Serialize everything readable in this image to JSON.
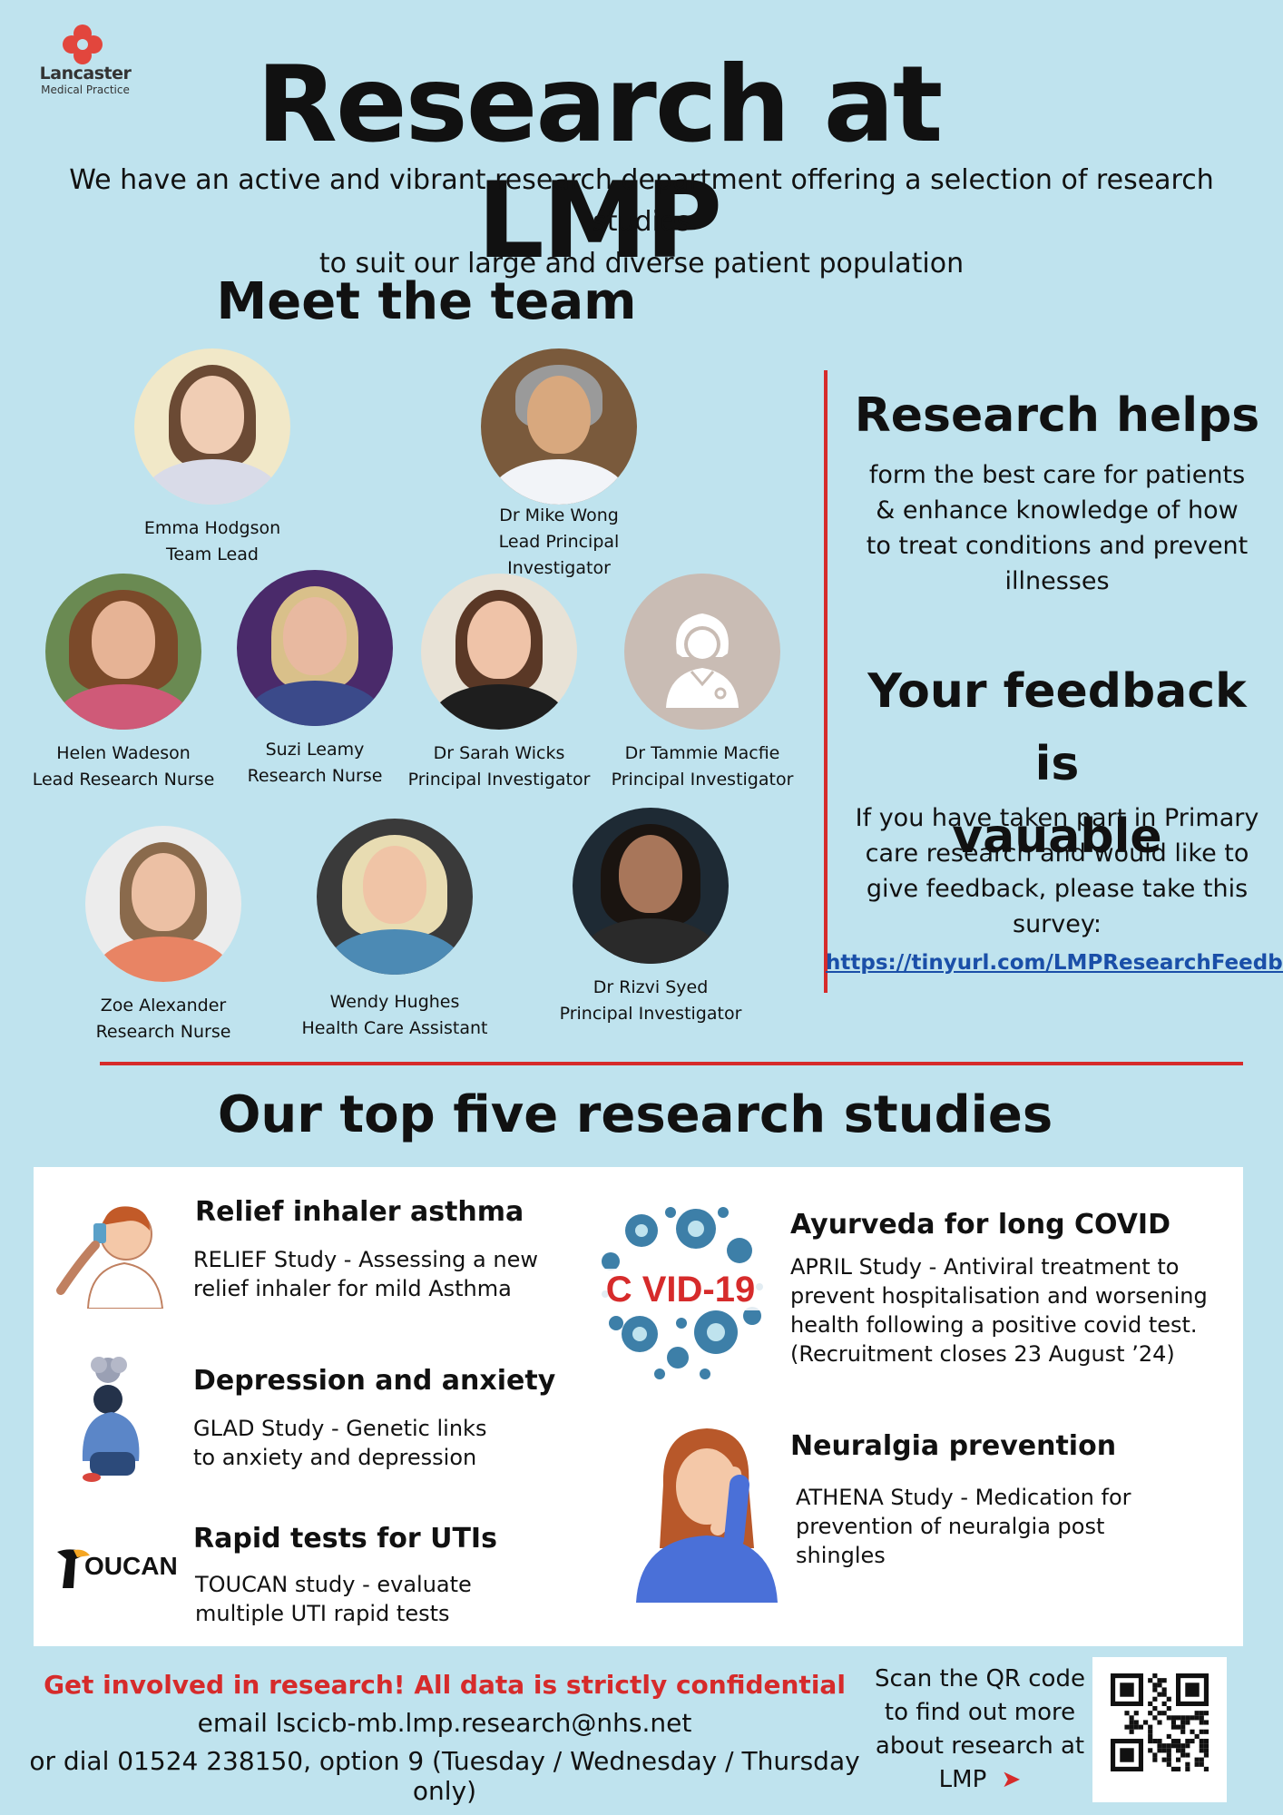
{
  "logo": {
    "name": "Lancaster",
    "subtitle": "Medical Practice"
  },
  "header": {
    "title": "Research at LMP",
    "intro_line1": "We have an active and vibrant research department offering a selection of research studies",
    "intro_line2": "to suit our large and diverse patient population"
  },
  "team": {
    "heading": "Meet the team",
    "members": [
      {
        "name": "Emma Hodgson",
        "role": "Team Lead"
      },
      {
        "name": "Dr Mike Wong",
        "role": "Lead Principal Investigator"
      },
      {
        "name": "Helen Wadeson",
        "role": "Lead Research Nurse"
      },
      {
        "name": "Suzi Leamy",
        "role": "Research Nurse"
      },
      {
        "name": "Dr Sarah Wicks",
        "role": "Principal Investigator"
      },
      {
        "name": "Dr Tammie Macfie",
        "role": "Principal Investigator"
      },
      {
        "name": "Zoe Alexander",
        "role": "Research Nurse"
      },
      {
        "name": "Wendy Hughes",
        "role": "Health Care Assistant"
      },
      {
        "name": "Dr Rizvi Syed",
        "role": "Principal Investigator"
      }
    ]
  },
  "sidebar": {
    "helps_title": "Research helps",
    "helps_lines": [
      "form the best care for patients",
      "& enhance knowledge of how",
      "to treat conditions and prevent",
      "illnesses"
    ],
    "feedback_title_line1": "Your feedback is",
    "feedback_title_line2": "vauable",
    "feedback_lines": [
      "If you have taken part in Primary",
      "care research and would like to",
      "give feedback, please take this",
      "survey:"
    ],
    "feedback_link": "https://tinyurl.com/LMPResearchFeedback"
  },
  "studies": {
    "heading": "Our top five research studies",
    "items": [
      {
        "title": "Relief inhaler asthma",
        "desc_lines": [
          "RELIEF Study - Assessing a new",
          "relief inhaler for mild Asthma"
        ],
        "icon": "inhaler-icon"
      },
      {
        "title": "Depression and anxiety",
        "desc_lines": [
          "GLAD Study - Genetic links",
          "to anxiety and depression"
        ],
        "icon": "depression-icon"
      },
      {
        "title": "Rapid tests for UTIs",
        "desc_lines": [
          "TOUCAN study - evaluate",
          "multiple UTI rapid tests"
        ],
        "icon": "toucan-logo",
        "logo_text": "OUCAN"
      },
      {
        "title": "Ayurveda for long COVID",
        "desc_lines": [
          "APRIL Study - Antiviral treatment to",
          "prevent hospitalisation and worsening",
          "health following a positive covid test.",
          "(Recruitment closes 23 August ’24)"
        ],
        "icon": "covid-icon",
        "logo_text": "C VID-19"
      },
      {
        "title": "Neuralgia prevention",
        "desc_lines": [
          "ATHENA Study - Medication for",
          "prevention of neuralgia post",
          "shingles"
        ],
        "icon": "headache-icon"
      }
    ]
  },
  "footer": {
    "cta": "Get involved in research! All data is strictly confidential",
    "email": "email lscicb-mb.lmp.research@nhs.net",
    "phone": "or dial 01524 238150, option 9 (Tuesday / Wednesday / Thursday only)",
    "qr_lines": [
      "Scan the QR code",
      "to find out more",
      "about research at",
      "LMP"
    ]
  },
  "colors": {
    "background": "#bfe3ee",
    "accent": "#d62b2b",
    "link": "#1a4fa8"
  }
}
